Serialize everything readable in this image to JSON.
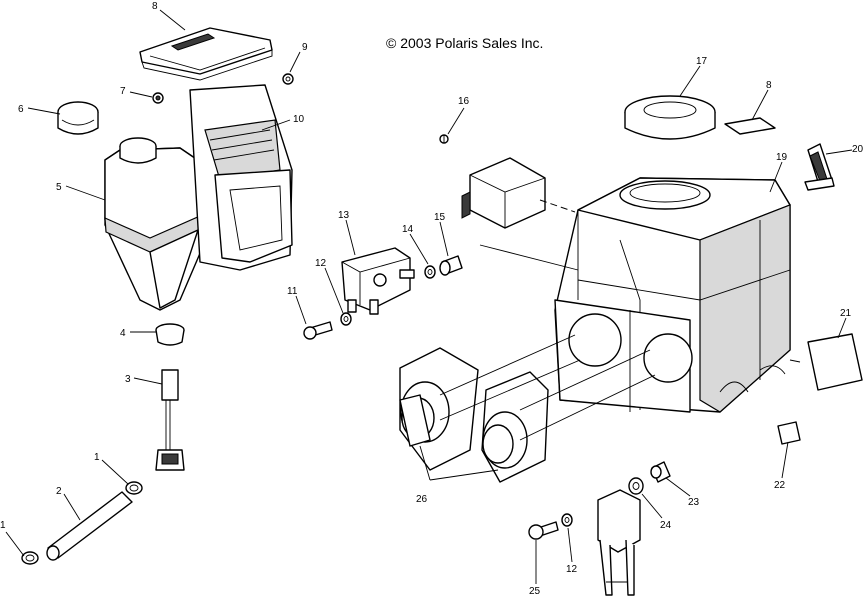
{
  "copyright": "© 2003 Polaris Sales Inc.",
  "callouts": {
    "c1a": "1",
    "c1b": "1",
    "c2": "2",
    "c3": "3",
    "c4": "4",
    "c5": "5",
    "c6": "6",
    "c7": "7",
    "c8": "8",
    "c9": "9",
    "c10": "10",
    "c11": "11",
    "c12a": "12",
    "c12b": "12",
    "c13": "13",
    "c14": "14",
    "c15": "15",
    "c16": "16",
    "c17": "17",
    "c18": "8",
    "c19": "19",
    "c20": "20",
    "c21": "21",
    "c22": "22",
    "c23": "23",
    "c24": "24",
    "c25": "25",
    "c26": "26"
  }
}
